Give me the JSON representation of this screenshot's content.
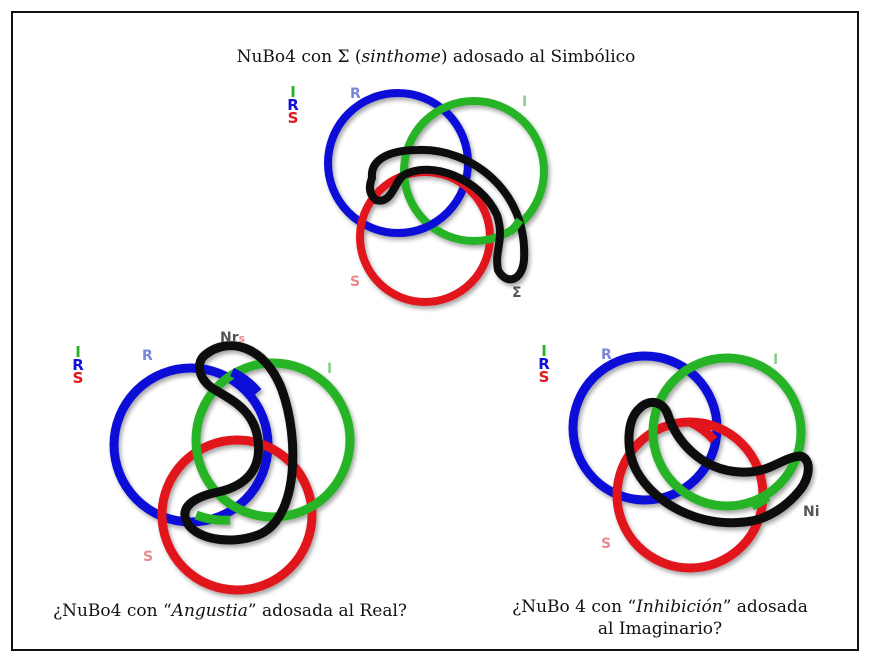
{
  "colors": {
    "real": "#1010d8",
    "imaginary": "#27b327",
    "symbolic": "#e0161c",
    "knot": "#111111"
  },
  "top": {
    "title_pre": "NuBo4 con  Σ (",
    "title_italic": "sinthome",
    "title_post": ") adosado al Simbólico",
    "legend": {
      "i": "I",
      "r": "R",
      "s": "S"
    },
    "labels": {
      "r": "R",
      "i": "I",
      "s": "S",
      "knot": "Σ"
    }
  },
  "left": {
    "caption_pre": "¿NuBo4 con “",
    "caption_italic": "Angustia",
    "caption_post": "” adosada al Real?",
    "legend": {
      "i": "I",
      "r": "R",
      "s": "S"
    },
    "labels": {
      "r": "R",
      "i": "I",
      "s": "S",
      "knot_main": "Nr",
      "knot_sub": "s"
    }
  },
  "right": {
    "caption_line1_pre": "¿NuBo 4 con “",
    "caption_line1_italic": "Inhibición",
    "caption_line1_post": "” adosada",
    "caption_line2": "al Imaginario?",
    "legend": {
      "i": "I",
      "r": "R",
      "s": "S"
    },
    "labels": {
      "r": "R",
      "i": "I",
      "s": "S",
      "knot": "Ni"
    }
  }
}
